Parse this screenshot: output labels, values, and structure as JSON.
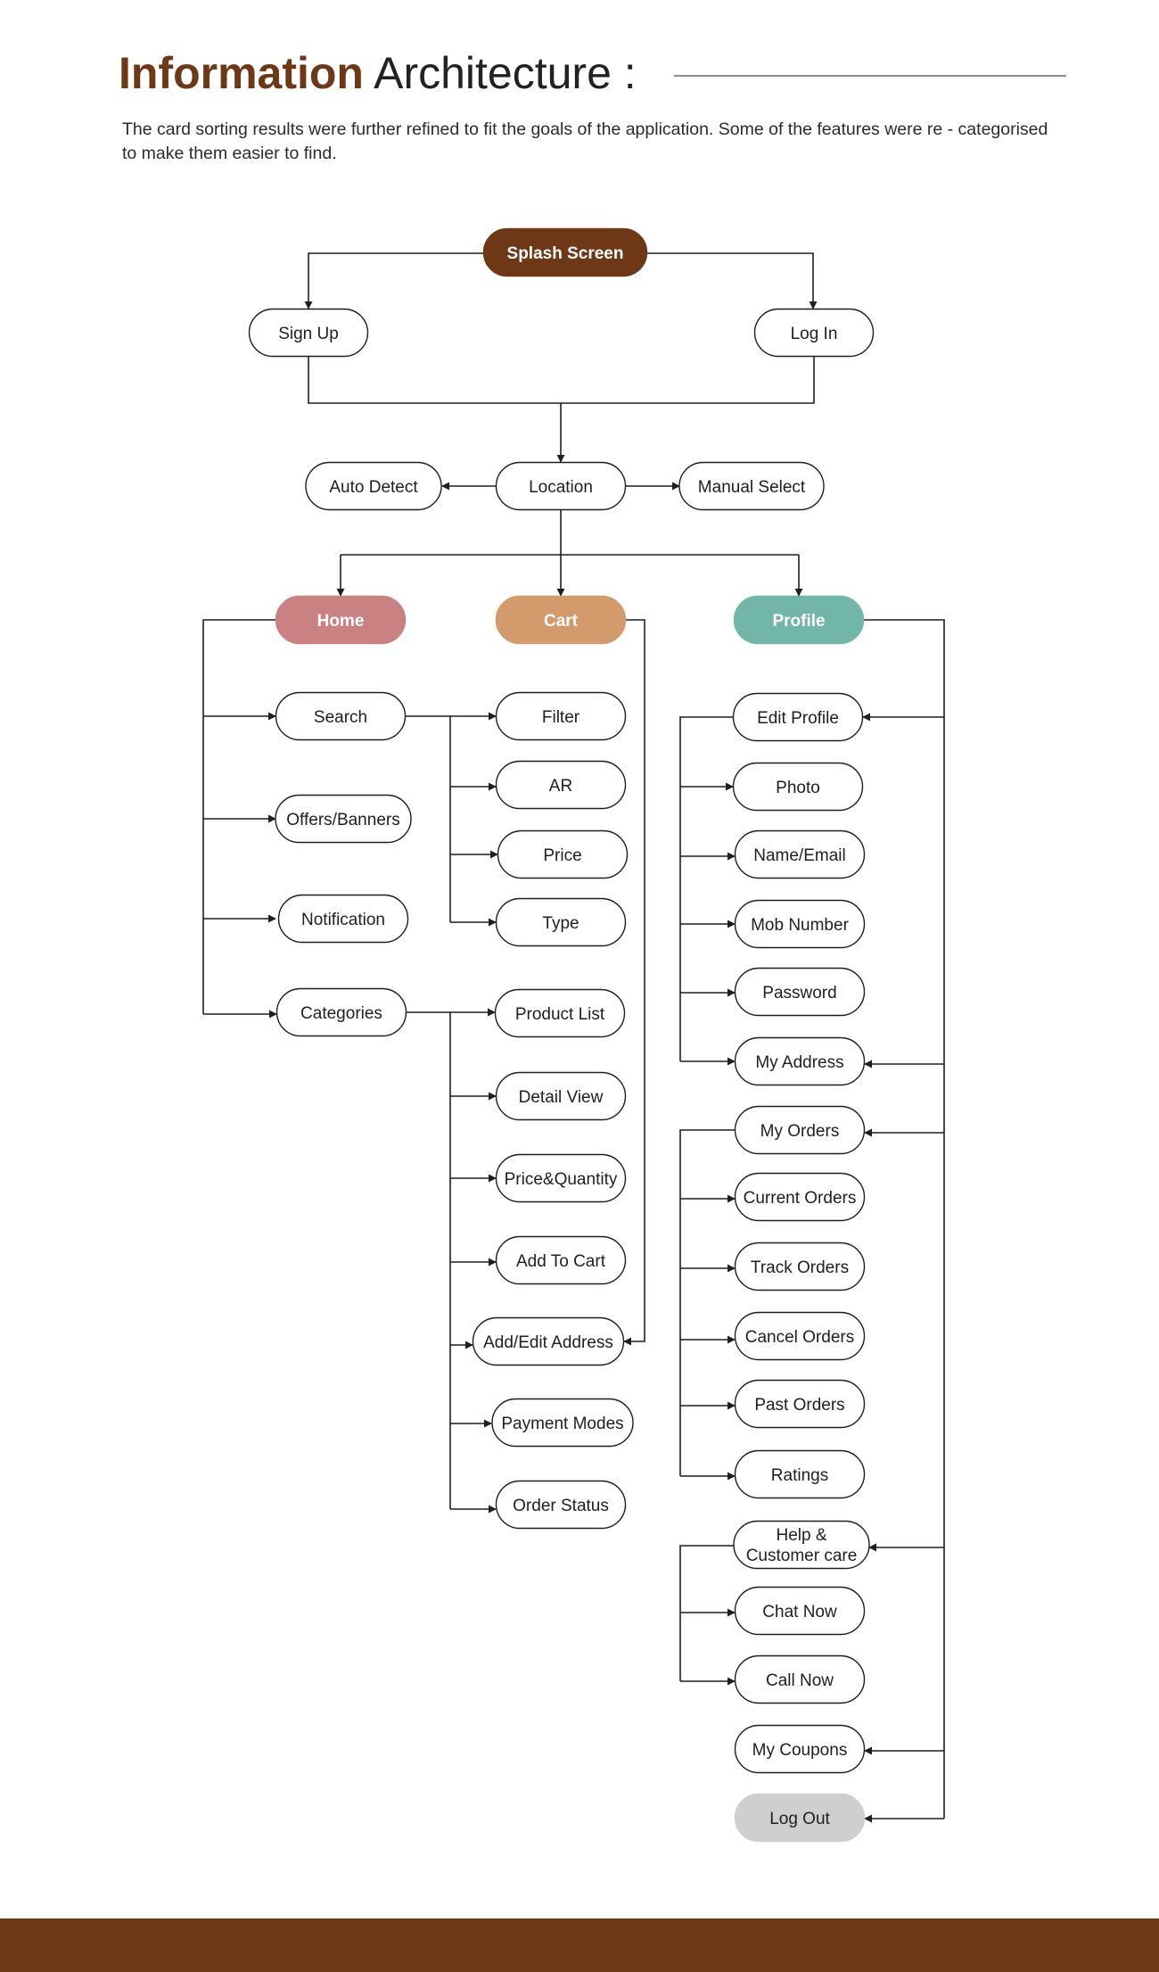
{
  "header": {
    "title_accent": "Information",
    "title_rest": " Architecture :",
    "description": "The card sorting results were further refined to fit the goals of the application. Some of the features were re - categorised to make them easier to find."
  },
  "colors": {
    "brand_brown": "#6e3817",
    "home_pink": "#c98182",
    "cart_tan": "#d39b6c",
    "profile_teal": "#72b6aa",
    "logout_gray": "#cfcfcf",
    "line": "#1f1f1f"
  },
  "nodes": {
    "splash": "Splash Screen",
    "signup": "Sign Up",
    "login": "Log In",
    "auto": "Auto Detect",
    "location": "Location",
    "manual": "Manual Select",
    "home": "Home",
    "cart": "Cart",
    "profile": "Profile",
    "search": "Search",
    "offers": "Offers/Banners",
    "notification": "Notification",
    "categories": "Categories",
    "filter": "Filter",
    "ar": "AR",
    "price": "Price",
    "type": "Type",
    "productlist": "Product List",
    "detailview": "Detail View",
    "priceqty": "Price&Quantity",
    "addtocart": "Add To Cart",
    "addedit": "Add/Edit Address",
    "payment": "Payment Modes",
    "orderstatus": "Order Status",
    "editprofile": "Edit Profile",
    "photo": "Photo",
    "nameemail": "Name/Email",
    "mob": "Mob Number",
    "password": "Password",
    "myaddress": "My Address",
    "myorders": "My Orders",
    "current": "Current Orders",
    "track": "Track Orders",
    "cancel": "Cancel Orders",
    "past": "Past Orders",
    "ratings": "Ratings",
    "help_line1": "Help &",
    "help_line2": "Customer care",
    "chat": "Chat Now",
    "call": "Call Now",
    "coupons": "My Coupons",
    "logout": "Log Out"
  }
}
